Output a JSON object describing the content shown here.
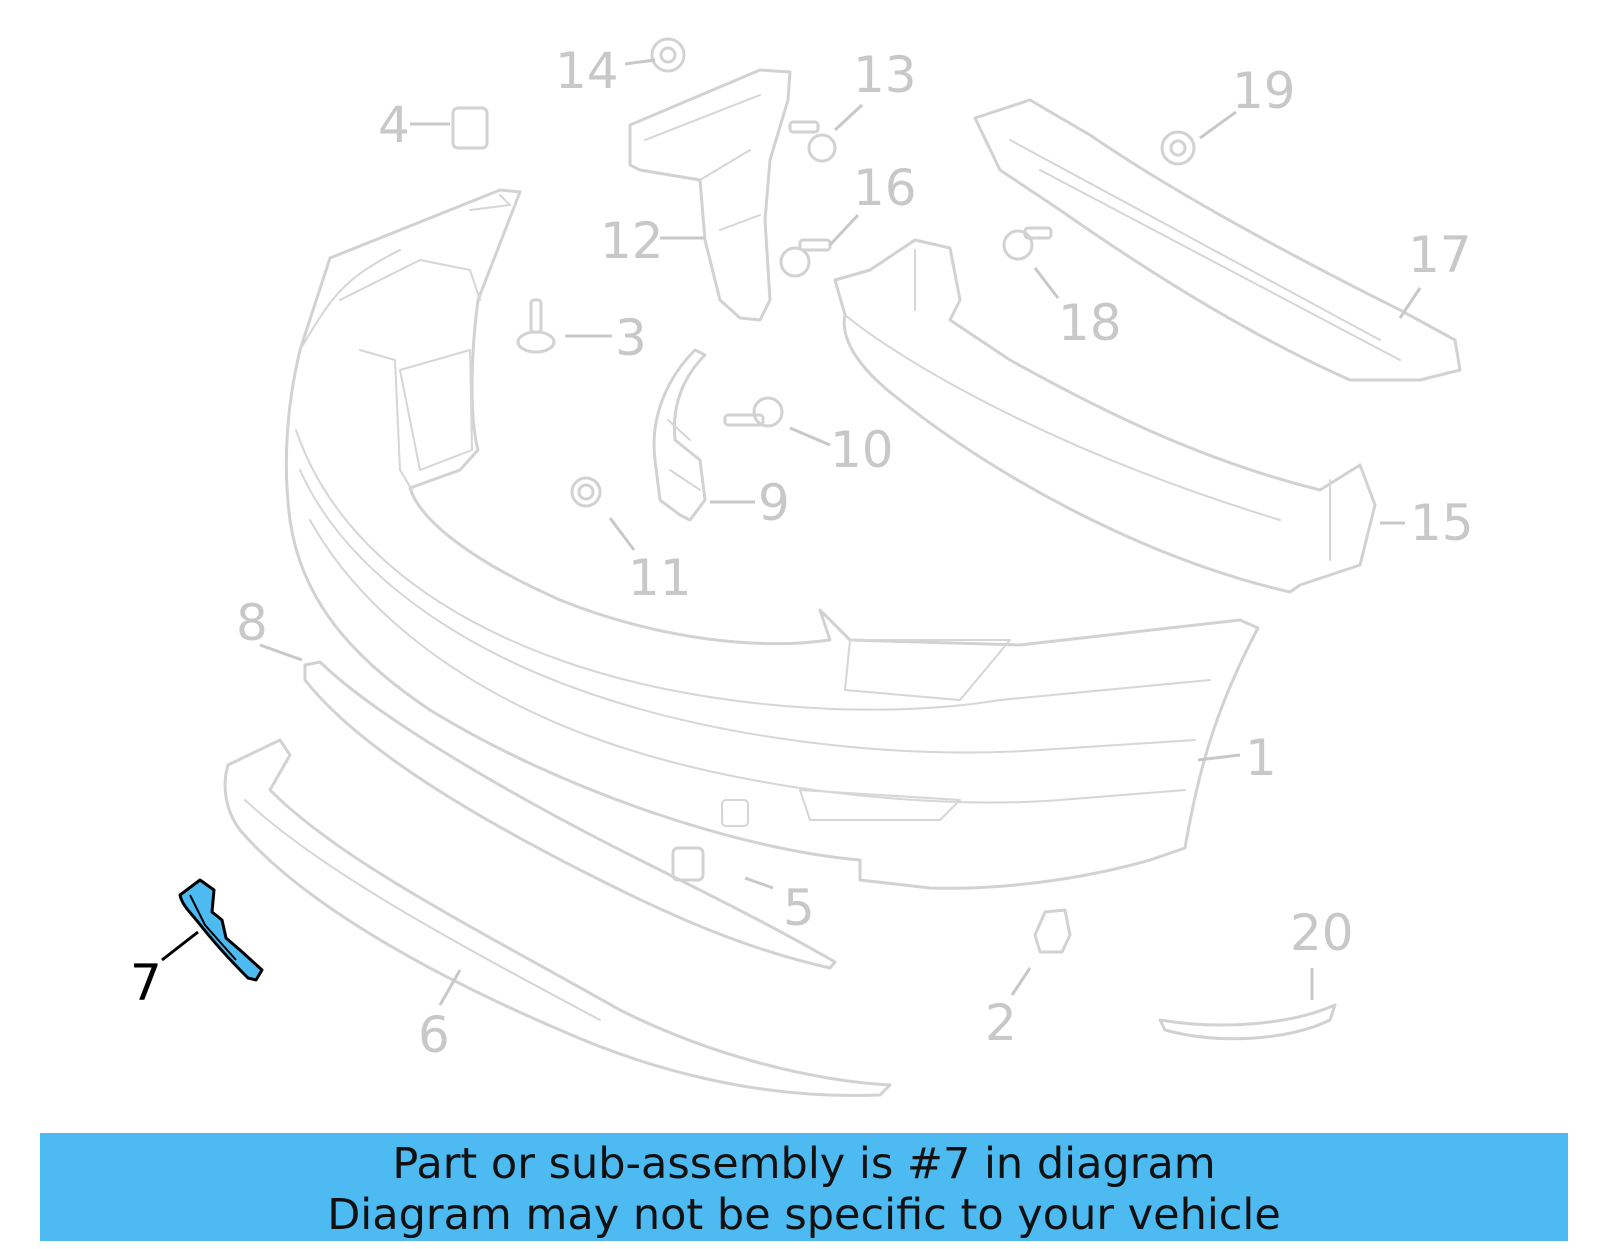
{
  "diagram": {
    "highlight_color": "#4dbaf2",
    "part_color": "#d2d2d2",
    "label_color": "#c8c8c8",
    "active_label_color": "#000000",
    "callouts": [
      {
        "id": "1",
        "label": "1"
      },
      {
        "id": "2",
        "label": "2"
      },
      {
        "id": "3",
        "label": "3"
      },
      {
        "id": "4",
        "label": "4"
      },
      {
        "id": "5",
        "label": "5"
      },
      {
        "id": "6",
        "label": "6"
      },
      {
        "id": "7",
        "label": "7"
      },
      {
        "id": "8",
        "label": "8"
      },
      {
        "id": "9",
        "label": "9"
      },
      {
        "id": "10",
        "label": "10"
      },
      {
        "id": "11",
        "label": "11"
      },
      {
        "id": "12",
        "label": "12"
      },
      {
        "id": "13",
        "label": "13"
      },
      {
        "id": "14",
        "label": "14"
      },
      {
        "id": "15",
        "label": "15"
      },
      {
        "id": "16",
        "label": "16"
      },
      {
        "id": "17",
        "label": "17"
      },
      {
        "id": "18",
        "label": "18"
      },
      {
        "id": "19",
        "label": "19"
      },
      {
        "id": "20",
        "label": "20"
      }
    ],
    "highlighted_part": "7"
  },
  "banner": {
    "line1": "Part or sub-assembly is #7 in diagram",
    "line2": "Diagram may not be specific to your vehicle",
    "background": "#4dbaf2"
  }
}
